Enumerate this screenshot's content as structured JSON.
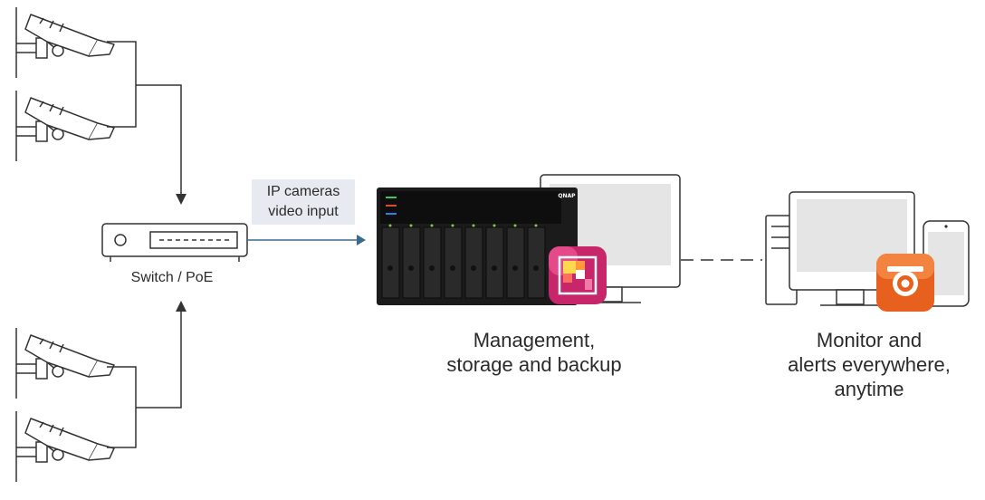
{
  "switch": {
    "label": "Switch / PoE"
  },
  "video_input": {
    "line1": "IP cameras",
    "line2": "video input"
  },
  "nas": {
    "brand": "QNAP",
    "caption_line1": "Management,",
    "caption_line2": "storage and backup"
  },
  "monitor": {
    "caption_line1": "Monitor and",
    "caption_line2": "alerts everywhere,",
    "caption_line3": "anytime"
  },
  "colors": {
    "line": "#333333",
    "arrow_blue": "#3a6a8c",
    "nas_body": "#1b1b1b",
    "app_icon_surveillance": "#c8266a",
    "app_icon_alerts": "#e8601e",
    "label_bg": "#e7eaf0"
  },
  "icons": [
    "cctv-camera-icon",
    "network-switch-icon",
    "nas-device-icon",
    "desktop-monitor-icon",
    "pc-tower-icon",
    "smartphone-icon",
    "surveillance-app-icon",
    "alerts-camera-app-icon"
  ]
}
